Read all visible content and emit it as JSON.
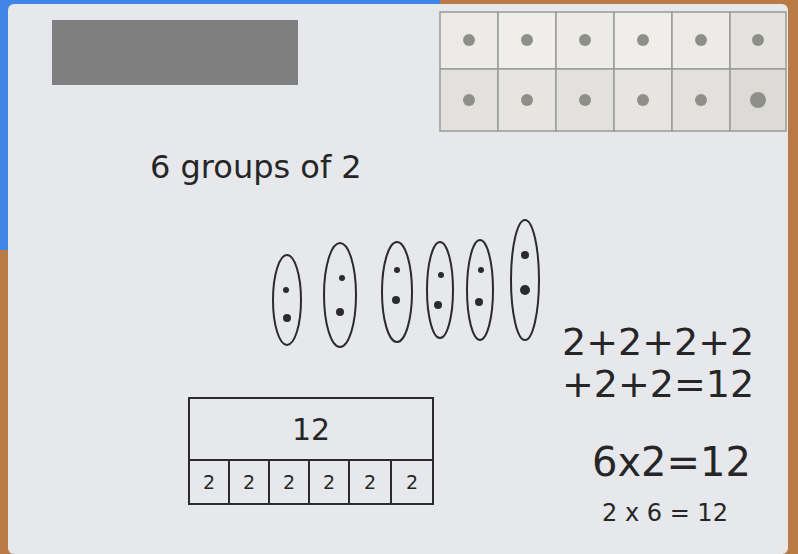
{
  "diagram": {
    "nodes": [
      {
        "text": [
          "12"
        ]
      },
      {
        "text": [
          "2"
        ]
      },
      {
        "text": [
          "2"
        ]
      },
      {
        "text": [
          "2"
        ]
      },
      {
        "text": [
          "2"
        ]
      },
      {
        "text": [
          "2"
        ]
      },
      {
        "text": [
          "2"
        ]
      }
    ],
    "labels": [
      "6 groups of 2",
      "2+2+2+2 +2+2=12",
      "6x2=12",
      "2 x 6 = 12"
    ]
  }
}
